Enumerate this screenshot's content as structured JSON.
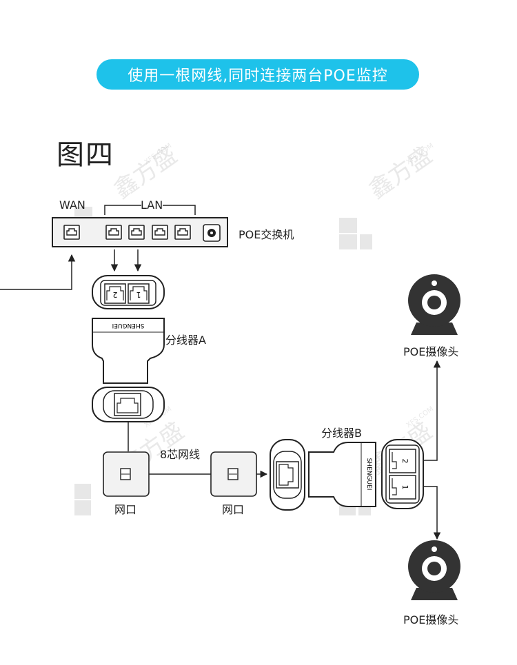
{
  "banner": {
    "text": "使用一根网线,同时连接两台POE监控"
  },
  "figure": {
    "title": "图四"
  },
  "switch": {
    "wan_label": "WAN",
    "lan_label": "LAN",
    "name": "POE交换机"
  },
  "splitter_a": {
    "name": "分线器A",
    "brand": "SHENGUEI",
    "port_2": "2",
    "port_1": "1"
  },
  "cable": {
    "label": "8芯网线"
  },
  "wall_port_left": {
    "label": "网口"
  },
  "wall_port_right": {
    "label": "网口"
  },
  "splitter_b": {
    "name": "分线器B",
    "brand": "SHENGUEI",
    "port_2": "2",
    "port_1": "1"
  },
  "camera_top": {
    "label": "POE摄像头"
  },
  "camera_bottom": {
    "label": "POE摄像头"
  },
  "watermark": {
    "text": "鑫方盛",
    "site": "XFS.COM"
  },
  "colors": {
    "accent": "#1ec2ea",
    "line": "#222222",
    "device_fill": "#f2f2f2",
    "camera": "#333333"
  }
}
